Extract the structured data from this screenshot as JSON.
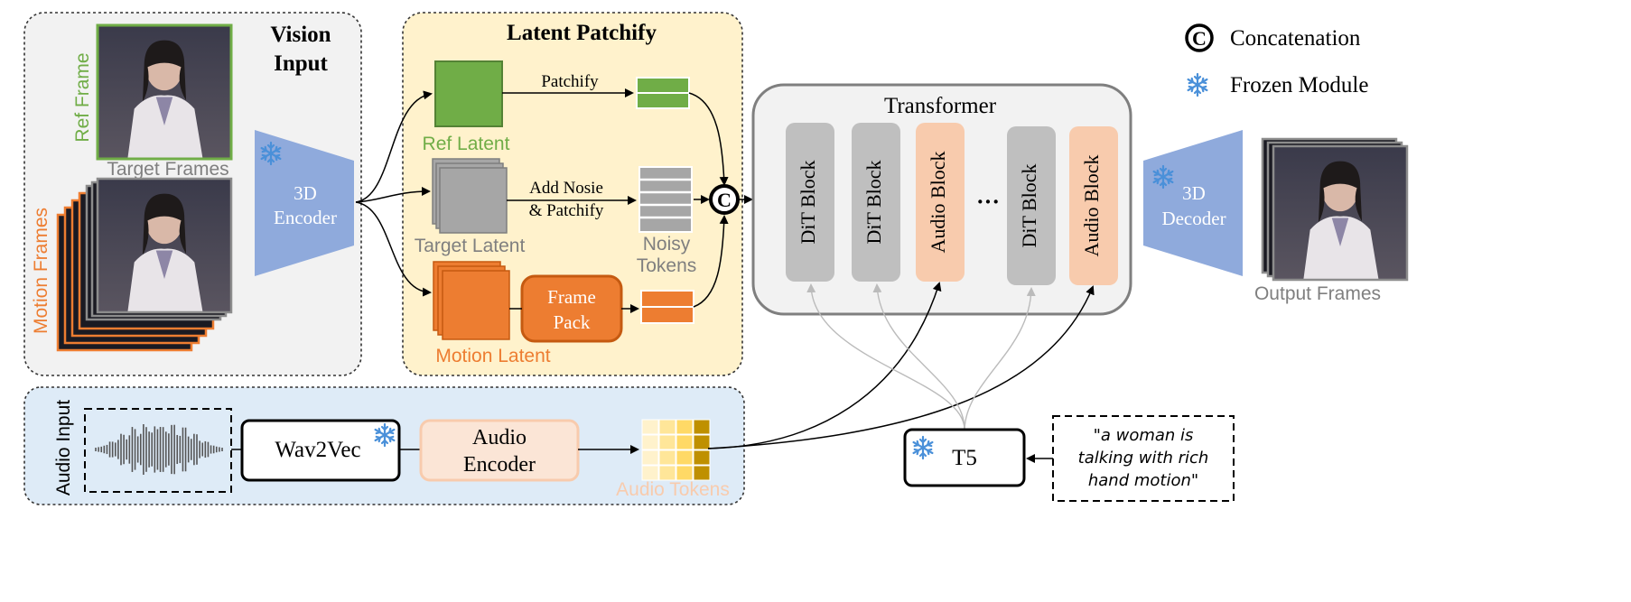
{
  "legend": {
    "concat_symbol": "C",
    "concat_label": "Concatenation",
    "frozen_label": "Frozen Module"
  },
  "vision": {
    "title_line1": "Vision",
    "title_line2": "Input",
    "ref_frame_label": "Ref Frame",
    "target_frames_label": "Target Frames",
    "motion_frames_label": "Motion Frames",
    "encoder_line1": "3D",
    "encoder_line2": "Encoder"
  },
  "patchify": {
    "title": "Latent Patchify",
    "ref_latent": "Ref Latent",
    "target_latent": "Target Latent",
    "motion_latent": "Motion Latent",
    "patchify_label": "Patchify",
    "add_noise_line1": "Add Nosie",
    "add_noise_line2": "& Patchify",
    "frame_pack_line1": "Frame",
    "frame_pack_line2": "Pack",
    "noisy_tokens_line1": "Noisy",
    "noisy_tokens_line2": "Tokens"
  },
  "transformer": {
    "title": "Transformer",
    "blocks": [
      "DiT Block",
      "DiT Block",
      "Audio Block",
      "DiT Block",
      "Audio Block"
    ],
    "ellipsis": "···"
  },
  "decoder": {
    "line1": "3D",
    "line2": "Decoder",
    "output_label": "Output Frames"
  },
  "audio": {
    "section_label": "Audio Input",
    "wav2vec": "Wav2Vec",
    "encoder_line1": "Audio",
    "encoder_line2": "Encoder",
    "tokens_label": "Audio Tokens"
  },
  "text": {
    "t5": "T5",
    "prompt_line1": "\"a woman is",
    "prompt_line2": "talking with rich",
    "prompt_line3": "hand motion\""
  },
  "colors": {
    "green": "#70ad47",
    "gray_block": "#bfbfbf",
    "orange": "#ed7d31",
    "peach": "#f8cbad",
    "encoder_blue": "#8faadc",
    "patchify_bg": "#fff2cc",
    "audio_bg": "#deebf7",
    "vision_bg": "#f2f2f2"
  }
}
